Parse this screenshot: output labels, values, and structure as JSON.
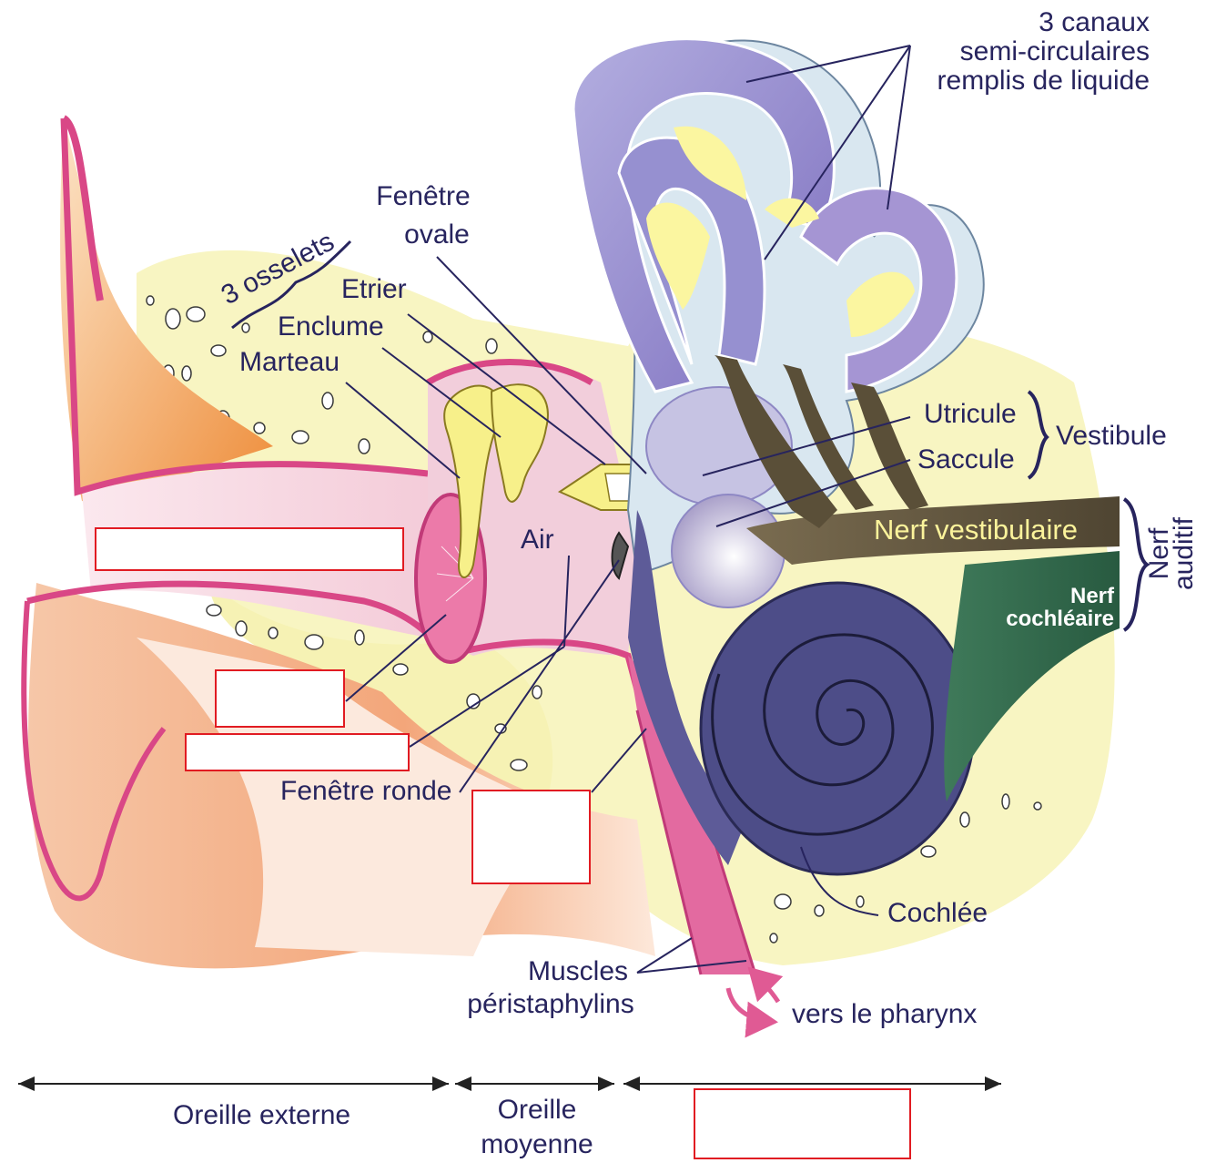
{
  "labels": {
    "canaux": [
      "3 canaux",
      "semi-circulaires",
      "remplis de liquide"
    ],
    "fenetre_ovale": [
      "Fenêtre",
      "ovale"
    ],
    "osselets": "3 osselets",
    "etrier": "Etrier",
    "enclume": "Enclume",
    "marteau": "Marteau",
    "utricule": "Utricule",
    "saccule": "Saccule",
    "vestibule": "Vestibule",
    "nerf_vestibulaire": "Nerf vestibulaire",
    "nerf_auditif": [
      "Nerf",
      "auditif"
    ],
    "nerf_cochleaire": [
      "Nerf",
      "cochléaire"
    ],
    "air": "Air",
    "fenetre_ronde": "Fenêtre ronde",
    "cochlee": "Cochlée",
    "muscles": [
      "Muscles",
      "péristaphylins"
    ],
    "pharynx": "vers le pharynx",
    "oreille_externe": "Oreille externe",
    "oreille_moyenne": [
      "Oreille",
      "moyenne"
    ]
  },
  "blank_boxes": [
    "",
    "",
    "",
    "",
    ""
  ],
  "colors": {
    "label": "#27245e",
    "blank_border": "#e11b22",
    "skin": "#e05a94",
    "bone": "#f8f4c0",
    "canal": "#8b84c8",
    "cochlea": "#4a4a86",
    "nerve": "#5b4f3a",
    "cochlear_nerve": "#2d6a4a",
    "middle_ear": "#f2d0dc",
    "outer_skin": "#f3b18a"
  }
}
